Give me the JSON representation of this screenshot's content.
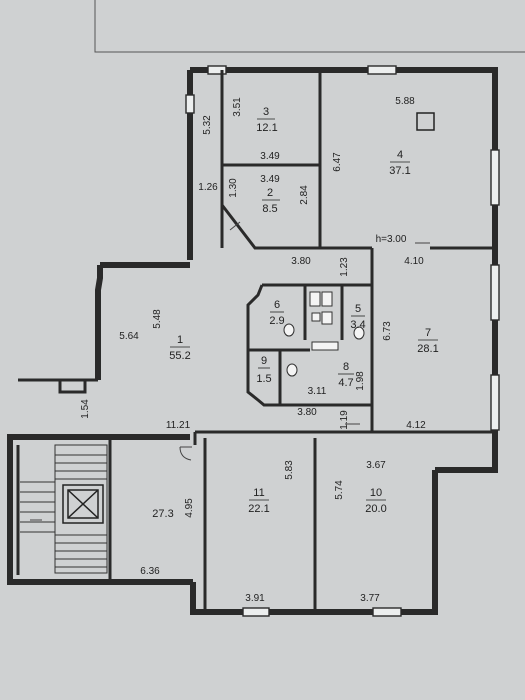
{
  "rooms": [
    {
      "id": "room-1",
      "number": "1",
      "area": "55.2"
    },
    {
      "id": "room-2",
      "number": "2",
      "area": "8.5"
    },
    {
      "id": "room-3",
      "number": "3",
      "area": "12.1"
    },
    {
      "id": "room-4",
      "number": "4",
      "area": "37.1"
    },
    {
      "id": "room-5",
      "number": "5",
      "area": "3.4"
    },
    {
      "id": "room-6",
      "number": "6",
      "area": "2.9"
    },
    {
      "id": "room-7",
      "number": "7",
      "area": "28.1"
    },
    {
      "id": "room-8",
      "number": "8",
      "area": "4.7"
    },
    {
      "id": "room-9",
      "number": "9",
      "area": "1.5"
    },
    {
      "id": "room-10",
      "number": "10",
      "area": "20.0"
    },
    {
      "id": "room-11",
      "number": "11",
      "area": "22.1"
    },
    {
      "id": "stair",
      "number": "",
      "area": "27.3"
    }
  ],
  "dims": {
    "d_5_32": "5.32",
    "d_3_51": "3.51",
    "d_3_49a": "3.49",
    "d_3_49b": "3.49",
    "d_1_30": "1.30",
    "d_2_84": "2.84",
    "d_1_26": "1.26",
    "d_6_47": "6.47",
    "d_5_88": "5.88",
    "d_h": "h=3.00",
    "d_3_80a": "3.80",
    "d_1_23": "1.23",
    "d_4_10": "4.10",
    "d_6_73": "6.73",
    "d_5_48": "5.48",
    "d_5_64": "5.64",
    "d_1_98": "1.98",
    "d_3_11": "3.11",
    "d_3_80b": "3.80",
    "d_1_19": "1.19",
    "d_4_12": "4.12",
    "d_11_21": "11.21",
    "d_1_54": "1.54",
    "d_4_95": "4.95",
    "d_5_83": "5.83",
    "d_3_67": "3.67",
    "d_5_74": "5.74",
    "d_6_36": "6.36",
    "d_3_91": "3.91",
    "d_3_77": "3.77"
  }
}
